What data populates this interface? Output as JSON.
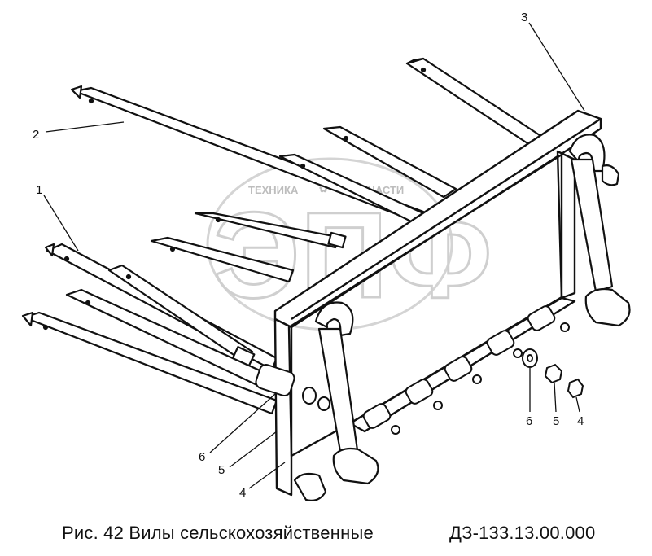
{
  "watermark": {
    "left_word": "ТЕХНИКА",
    "right_word": "ЗАПЧАСТИ",
    "letters": "ЭПФ"
  },
  "callouts": {
    "c1": "1",
    "c2": "2",
    "c3": "3",
    "c4a": "4",
    "c5a": "5",
    "c6a": "6",
    "c4b": "4",
    "c5b": "5",
    "c6b": "6"
  },
  "caption": {
    "title": "Рис. 42 Вилы сельскохозяйственные",
    "code": "ДЗ-133.13.00.000"
  }
}
